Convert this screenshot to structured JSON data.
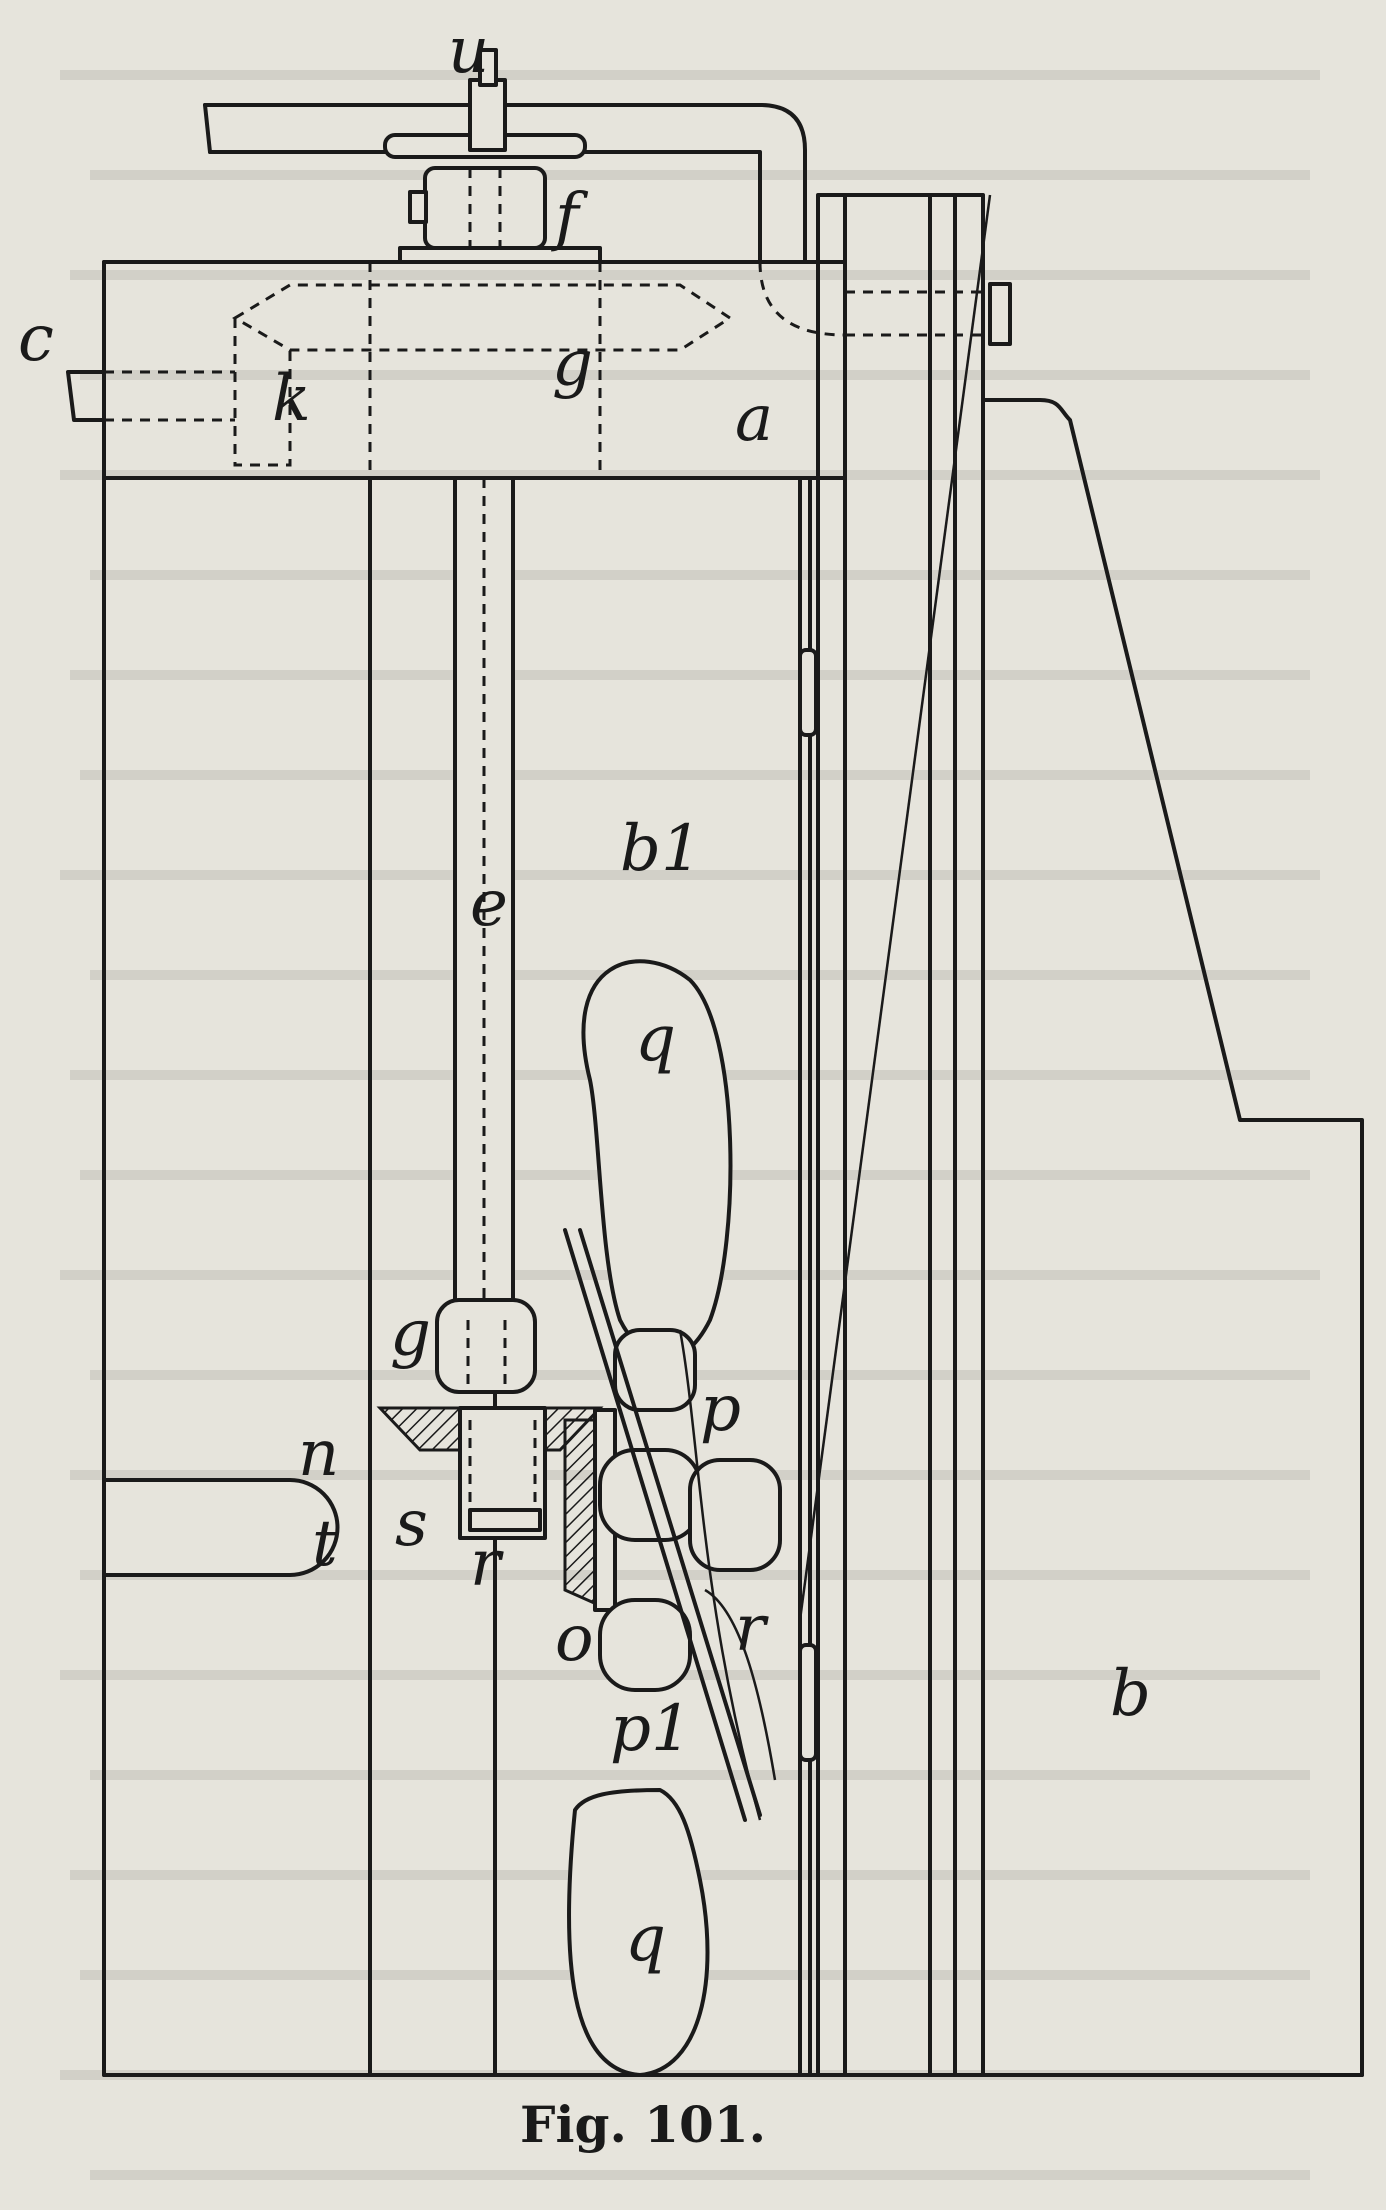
{
  "figure": {
    "caption": "Fig. 101.",
    "labels": {
      "u": "u",
      "f": "f",
      "c": "c",
      "g_top": "g",
      "k": "k",
      "a": "a",
      "b1": "b1",
      "e": "e",
      "q_top": "q",
      "g": "g",
      "p": "p",
      "n": "n",
      "t": "t",
      "s": "s",
      "r": "r",
      "o": "o",
      "r_right": "r",
      "p1": "p1",
      "b": "b",
      "q_bottom": "q"
    }
  },
  "colors": {
    "paper": "#e6e4dc",
    "ink": "#1a1a1a",
    "bleed_through": "#d2d0c8"
  }
}
